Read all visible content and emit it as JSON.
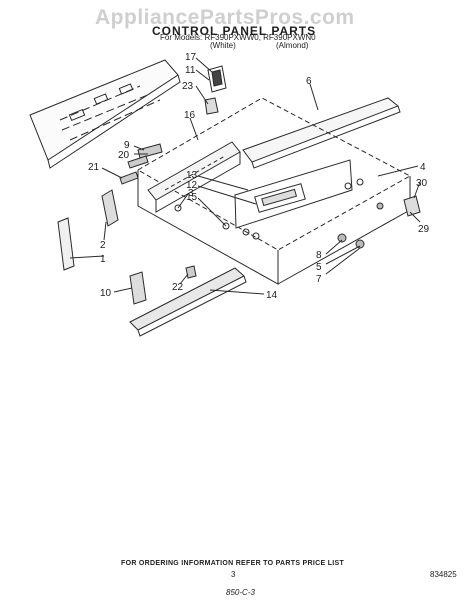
{
  "watermark": "AppliancePartsPros.com",
  "header": {
    "title": "CONTROL PANEL PARTS",
    "models_line": "For Models: RF390PXWW0, RF390PXWN0",
    "variant_white": "(White)",
    "variant_almond": "(Almond)"
  },
  "part_labels": [
    "17",
    "11",
    "23",
    "6",
    "16",
    "9",
    "20",
    "21",
    "13",
    "12",
    "3",
    "15",
    "4",
    "30",
    "29",
    "2",
    "1",
    "8",
    "5",
    "7",
    "22",
    "10",
    "14"
  ],
  "footer": {
    "ordering_note": "FOR ORDERING INFORMATION REFER TO PARTS PRICE LIST",
    "page_number": "3",
    "doc_number": "834825",
    "handwritten": "850-C-3"
  }
}
